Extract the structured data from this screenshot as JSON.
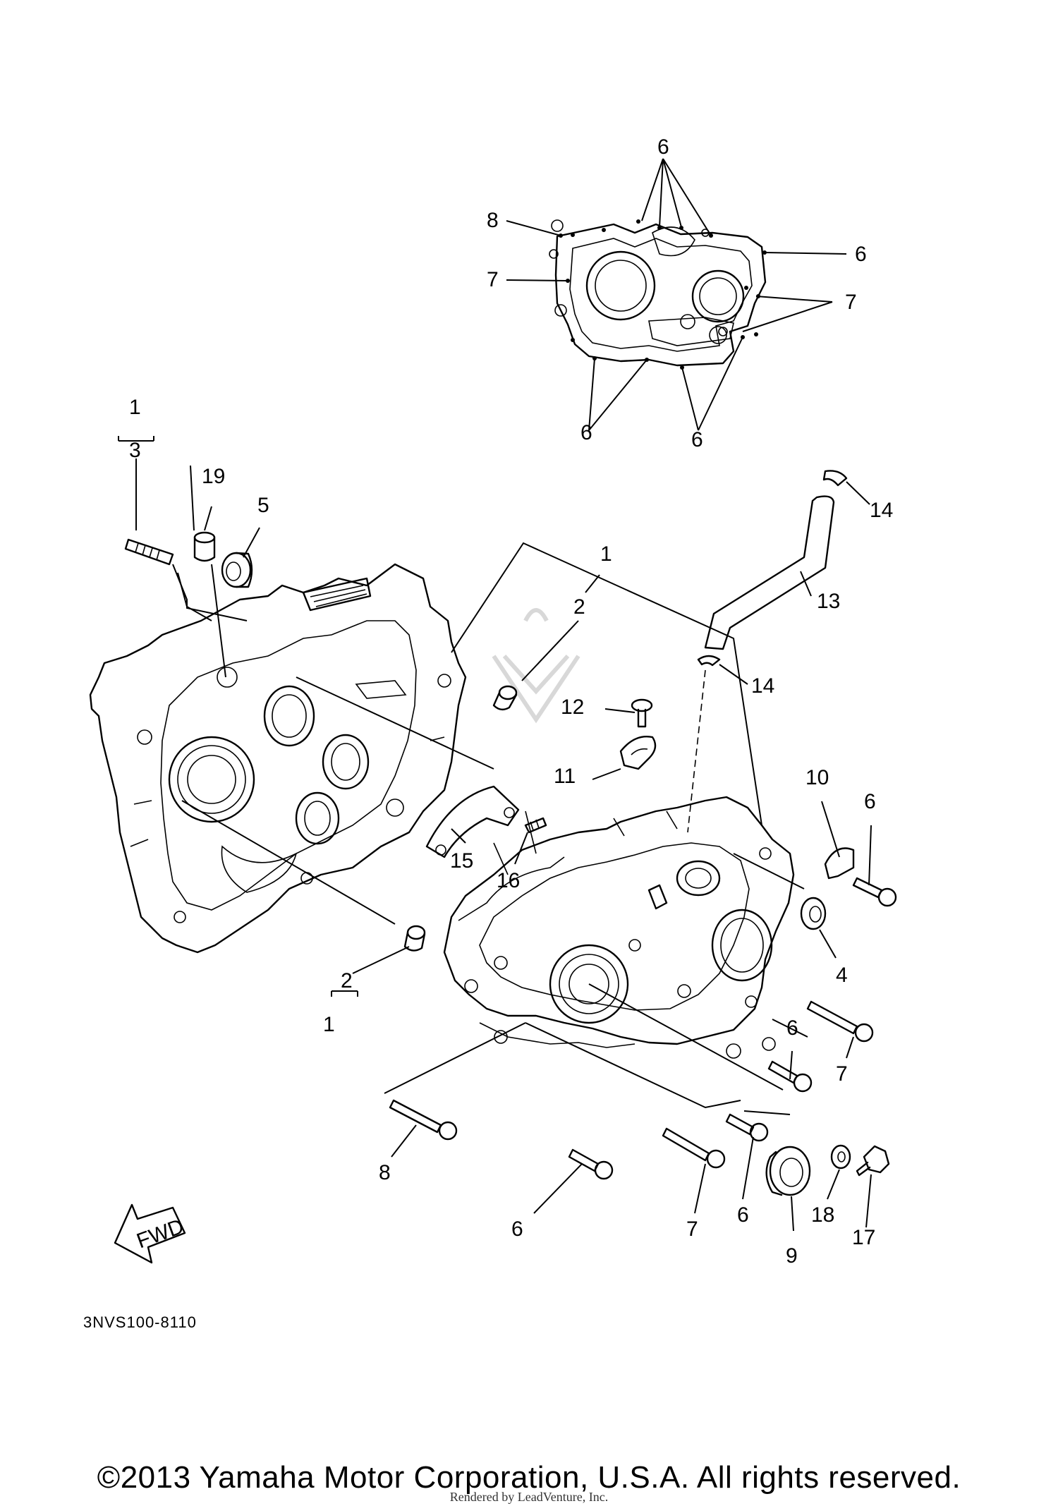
{
  "diagram_code": "3NVS100-8110",
  "copyright": "©2013 Yamaha Motor Corporation, U.S.A. All rights reserved.",
  "rendered_by": "Rendered by LeadVenture, Inc.",
  "fwd_label": "FWD",
  "callouts": {
    "c6_top": "6",
    "c8_top": "8",
    "c7_top_left": "7",
    "c6_top_right": "6",
    "c7_top_right": "7",
    "c6_gasket_bl": "6",
    "c6_gasket_br": "6",
    "c1_left": "1",
    "c3_left": "3",
    "c19": "19",
    "c5": "5",
    "c1_center": "1",
    "c2_center": "2",
    "c14_top": "14",
    "c13": "13",
    "c14_mid": "14",
    "c12": "12",
    "c11": "11",
    "c10": "10",
    "c6_right": "6",
    "c15": "15",
    "c16": "16",
    "c4": "4",
    "c2_lower": "2",
    "c1_lower": "1",
    "c6_mid_right": "6",
    "c7_mid_right": "7",
    "c8_bottom": "8",
    "c6_bottom": "6",
    "c7_bottom": "7",
    "c6_bottom_2": "6",
    "c9": "9",
    "c18": "18",
    "c17": "17"
  }
}
